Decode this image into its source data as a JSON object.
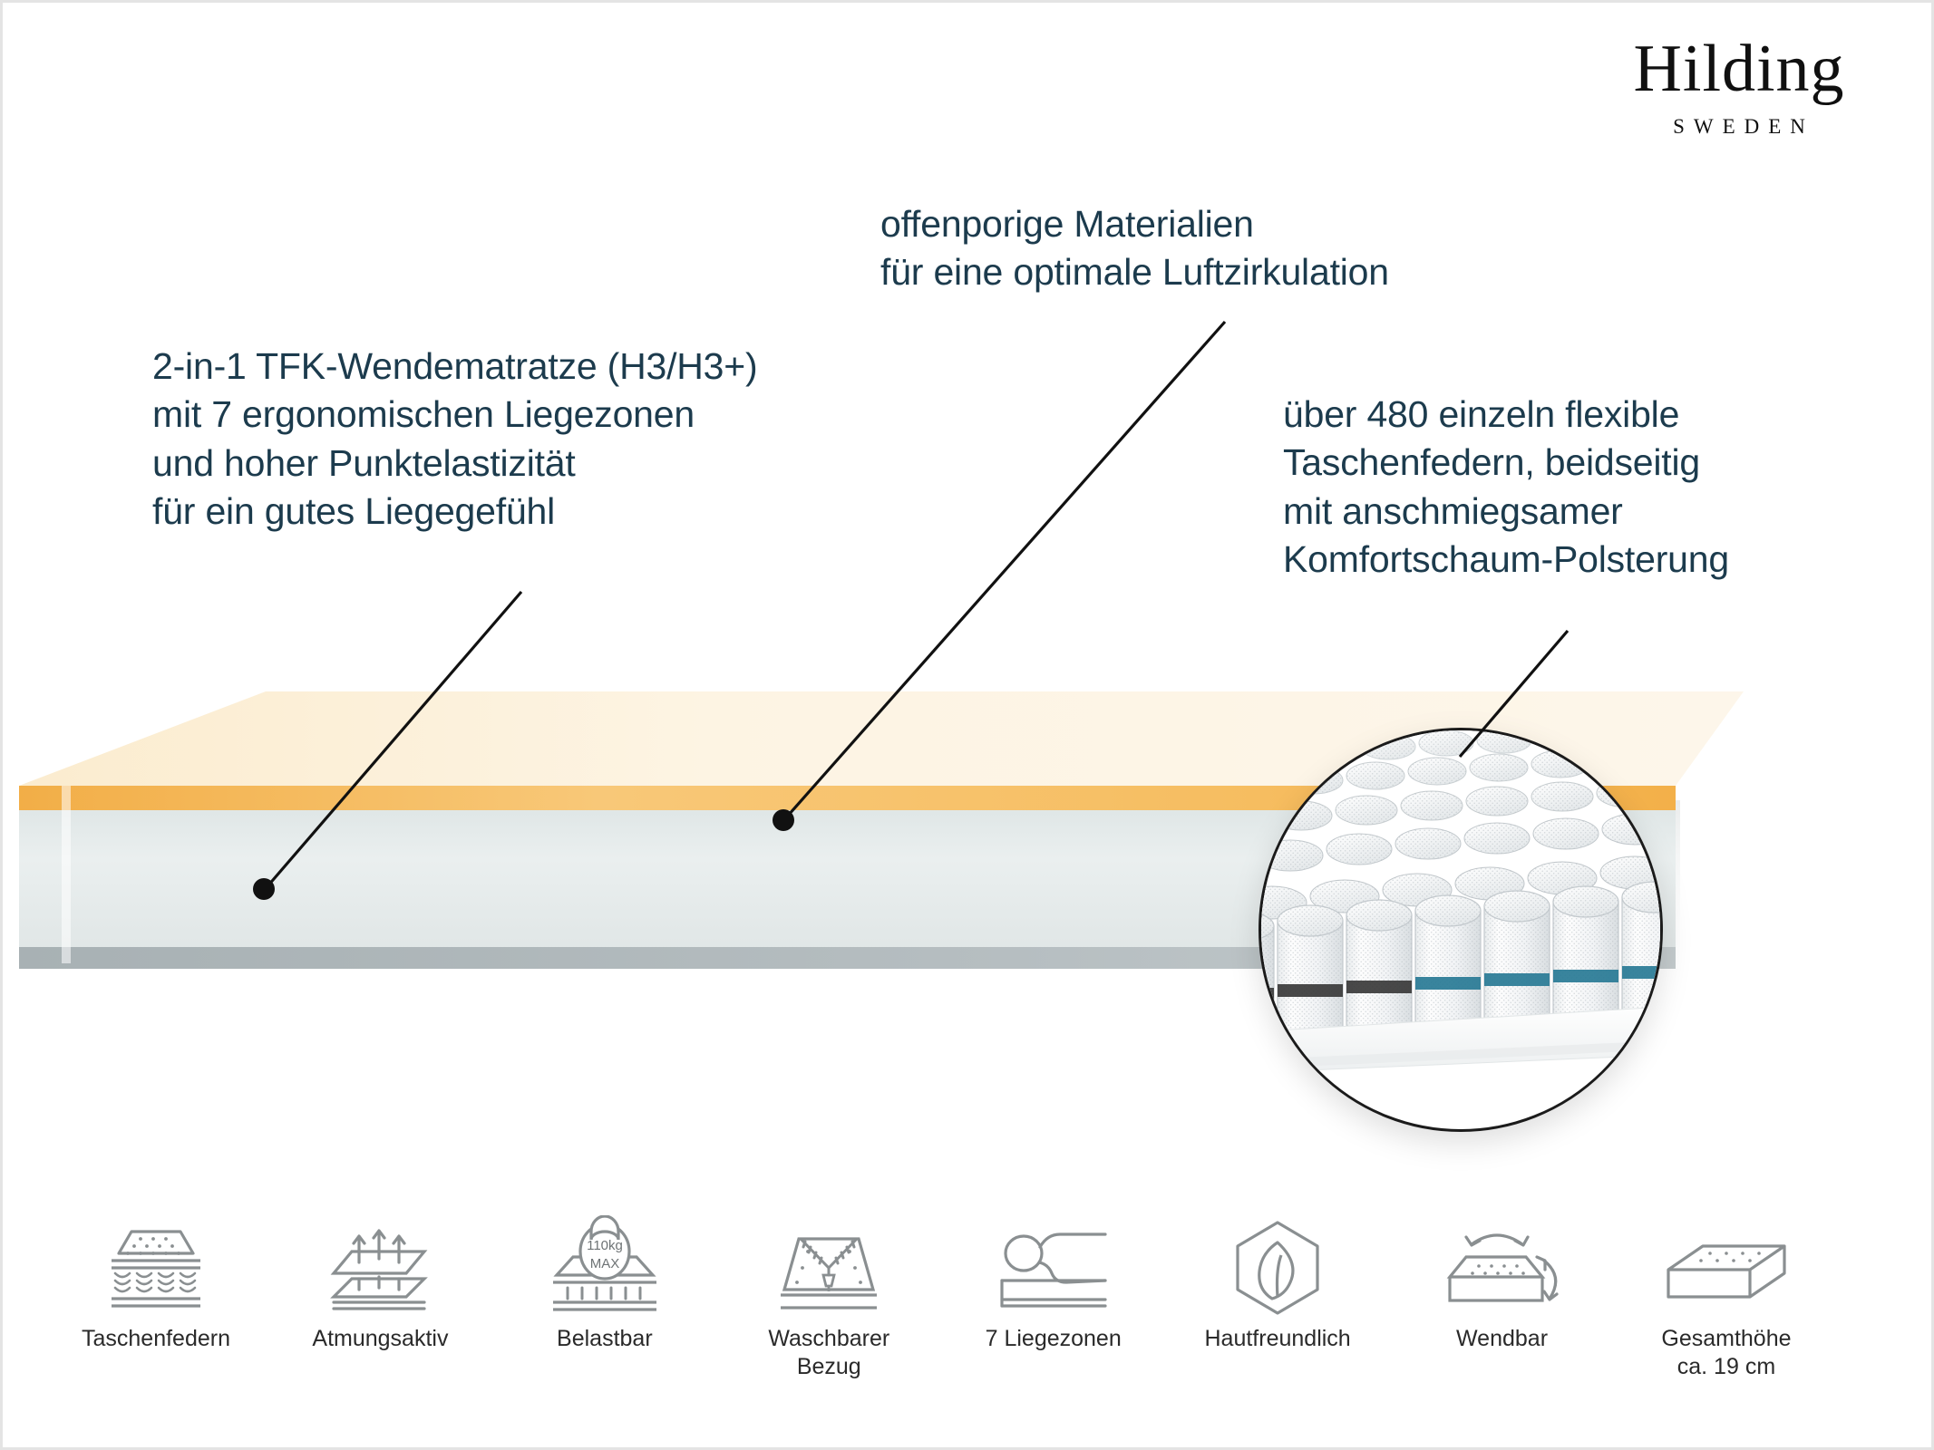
{
  "brand": {
    "name": "Hilding",
    "country": "SWEDEN"
  },
  "colors": {
    "text_navy": "#1c3b4d",
    "icon_gray": "#8a8f91",
    "caption_gray": "#2a2a2a",
    "foam_cream": "#fdf4e2",
    "foam_orange": "#f5b551",
    "base_gray": "#e3e8e8",
    "base_shadow": "#b0b8bb",
    "spring_band_dark": "#3a3a3a",
    "spring_band_teal": "#2a7b96",
    "leader_line": "#111111",
    "frame_border": "#e4e4e4"
  },
  "callouts": [
    {
      "id": "left",
      "text": "2-in-1 TFK-Wendematratze (H3/H3+)\nmit 7 ergonomischen Liegezonen\nund hoher Punktelastizität\nfür ein gutes Liegegefühl"
    },
    {
      "id": "top",
      "text": "offenporige Materialien\nfür eine optimale Luftzirkulation"
    },
    {
      "id": "right",
      "text": "über 480 einzeln flexible\nTaschenfedern, beidseitig\nmit anschmiegsamer\nKomfortschaum-Polsterung"
    }
  ],
  "features": [
    {
      "icon": "pocket-springs-icon",
      "label": "Taschenfedern"
    },
    {
      "icon": "breathable-arrows-icon",
      "label": "Atmungsaktiv"
    },
    {
      "icon": "weight-capacity-icon",
      "label": "Belastbar",
      "weight": "110kg",
      "weight_unit": "MAX"
    },
    {
      "icon": "washable-cover-zipper-icon",
      "label": "Waschbarer\nBezug"
    },
    {
      "icon": "seven-zones-icon",
      "label": "7 Liegezonen"
    },
    {
      "icon": "skin-friendly-leaf-icon",
      "label": "Hautfreundlich"
    },
    {
      "icon": "reversible-arrows-icon",
      "label": "Wendbar"
    },
    {
      "icon": "total-height-icon",
      "label": "Gesamthöhe\nca. 19 cm"
    }
  ]
}
